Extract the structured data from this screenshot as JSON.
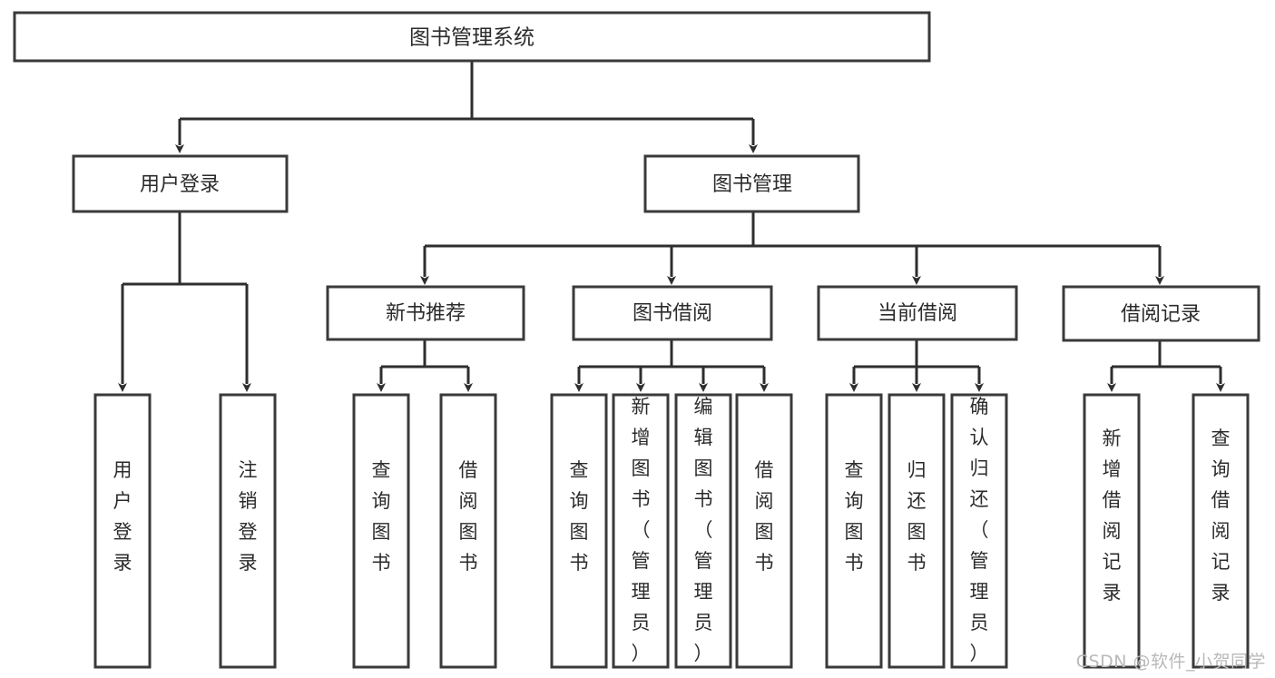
{
  "diagram": {
    "type": "tree",
    "title": "图书管理系统",
    "watermark": "CSDN @软件_小贺同学",
    "colors": {
      "box_stroke": "#3a3a3a",
      "box_fill": "#ffffff",
      "connector": "#2e2e2e",
      "label_text": "#2b2b2b",
      "watermark_text": "#b9b9b9",
      "background": "#ffffff"
    },
    "levels": {
      "root": {
        "label": "图书管理系统"
      },
      "level2": [
        {
          "label": "用户登录"
        },
        {
          "label": "图书管理"
        }
      ],
      "level3": [
        {
          "label": "新书推荐"
        },
        {
          "label": "图书借阅"
        },
        {
          "label": "当前借阅"
        },
        {
          "label": "借阅记录"
        }
      ],
      "leaves": {
        "user_login": [
          {
            "label": "用户登录"
          },
          {
            "label": "注销登录"
          }
        ],
        "new_book_recommend": [
          {
            "label": "查询图书"
          },
          {
            "label": "借阅图书"
          }
        ],
        "book_borrow": [
          {
            "label": "查询图书"
          },
          {
            "label": "新增图书（管理员）"
          },
          {
            "label": "编辑图书（管理员）"
          },
          {
            "label": "借阅图书"
          }
        ],
        "current_borrow": [
          {
            "label": "查询图书"
          },
          {
            "label": "归还图书"
          },
          {
            "label": "确认归还（管理员）"
          }
        ],
        "borrow_record": [
          {
            "label": "新增借阅记录"
          },
          {
            "label": "查询借阅记录"
          }
        ]
      }
    }
  }
}
